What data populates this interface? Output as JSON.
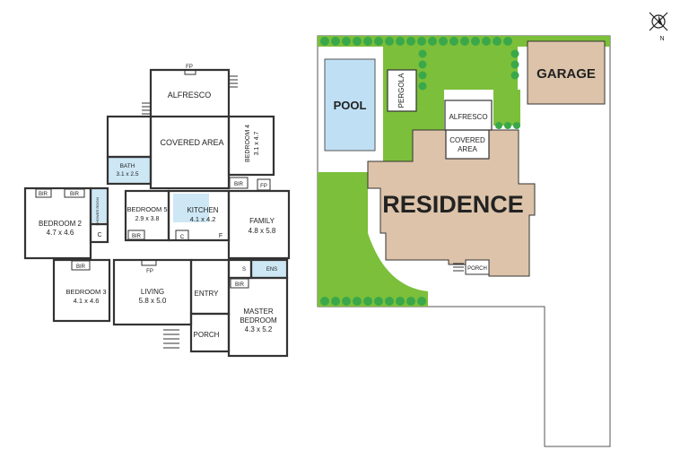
{
  "floor_plan": {
    "rooms": {
      "alfresco": {
        "name": "ALFRESCO",
        "fp": "FP"
      },
      "covered_area": {
        "name": "COVERED AREA"
      },
      "bedroom4": {
        "name": "BEDROOM 4",
        "size": "3.1 x 4.7"
      },
      "bath": {
        "name": "BATH",
        "size": "3.1 x 2.5"
      },
      "bedroom2": {
        "name": "BEDROOM 2",
        "size": "4.7 x 4.6"
      },
      "shower_room": {
        "name": "SHOWER ROOM"
      },
      "bedroom5": {
        "name": "BEDROOM 5",
        "size": "2.9 x 3.8"
      },
      "kitchen": {
        "name": "KITCHEN",
        "size": "4.1 x 4.2"
      },
      "family": {
        "name": "FAMILY",
        "size": "4.8 x 5.8"
      },
      "bedroom3": {
        "name": "BEDROOM 3",
        "size": "4.1 x 4.6"
      },
      "living": {
        "name": "LIVING",
        "size": "5.8 x 5.0",
        "fp": "FP"
      },
      "entry": {
        "name": "ENTRY"
      },
      "master": {
        "name": "MASTER",
        "name2": "BEDROOM",
        "size": "4.3 x 5.2"
      },
      "porch": {
        "name": "PORCH"
      },
      "ens": {
        "name": "ENS"
      }
    },
    "fixtures": {
      "bir": "BIR",
      "c": "C",
      "f": "F",
      "s": "S",
      "fp": "FP"
    }
  },
  "site_plan": {
    "pool": "POOL",
    "pergola": "PERGOLA",
    "garage": "GARAGE",
    "alfresco": "ALFRESCO",
    "covered_area": "COVERED",
    "covered_area2": "AREA",
    "residence": "RESIDENCE",
    "porch": "PORCH",
    "north": "N"
  },
  "colors": {
    "lawn": "#7cbf3a",
    "hedge": "#3aa84a",
    "residence": "#dcc3a9",
    "pool": "#bfe0f4",
    "wet_area": "#cde7f5",
    "outline": "#333333"
  }
}
